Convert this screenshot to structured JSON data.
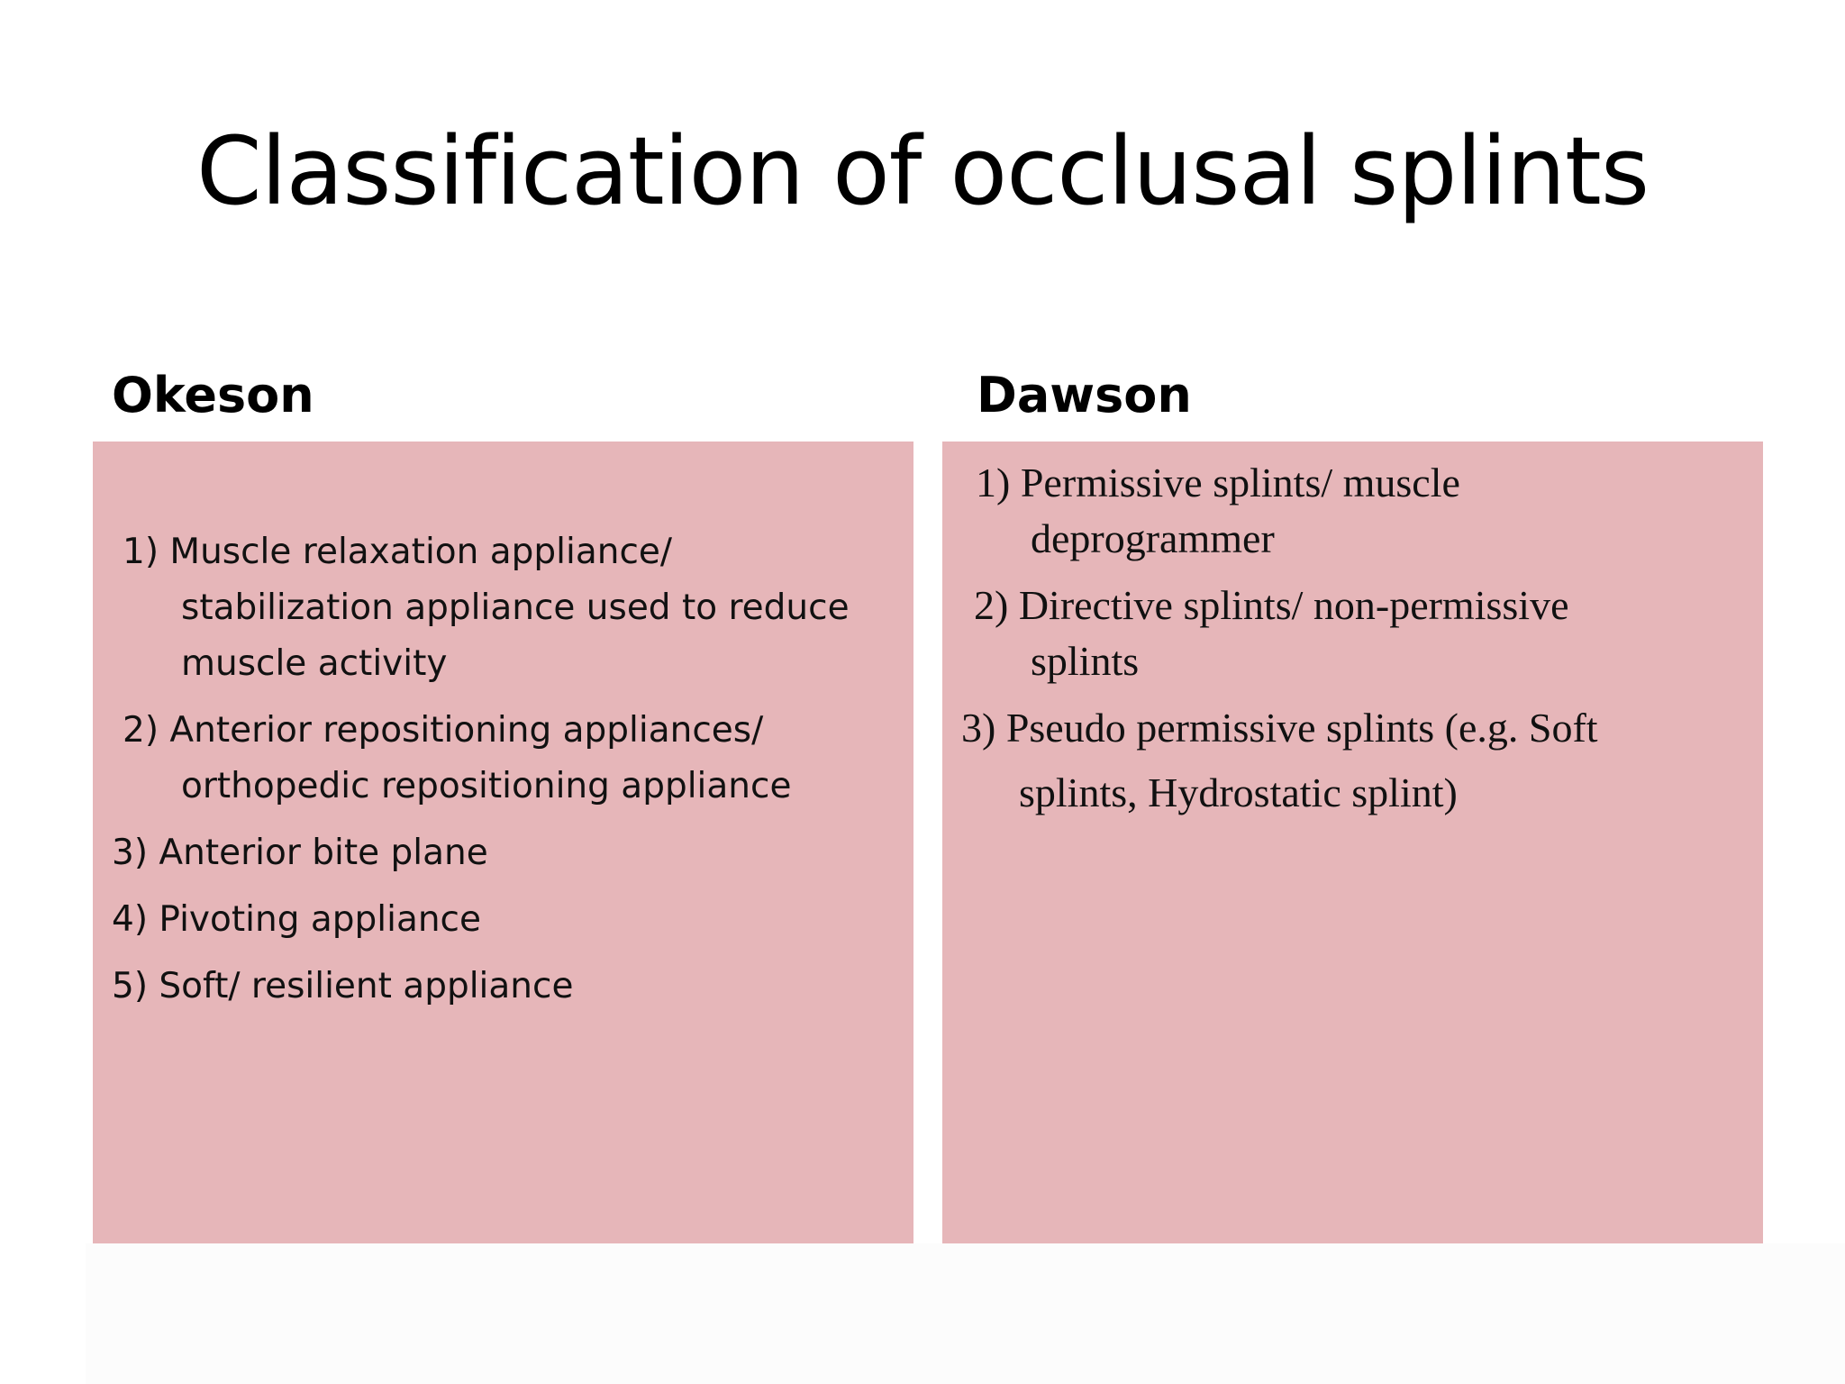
{
  "slide": {
    "title": "Classification of occlusal splints",
    "panel_color": "#e6b6b9",
    "left": {
      "heading": "Okeson",
      "items": [
        {
          "number": "1)",
          "lines": [
            "1) Muscle relaxation appliance/",
            "stabilization appliance used to reduce",
            "muscle activity"
          ]
        },
        {
          "number": "2)",
          "lines": [
            "2) Anterior repositioning appliances/",
            "orthopedic repositioning appliance"
          ]
        },
        {
          "number": "3)",
          "lines": [
            "3) Anterior bite plane"
          ]
        },
        {
          "number": "4)",
          "lines": [
            "4) Pivoting appliance"
          ]
        },
        {
          "number": "5)",
          "lines": [
            "5) Soft/ resilient appliance"
          ]
        }
      ]
    },
    "right": {
      "heading": "Dawson",
      "items": [
        {
          "number": "1)",
          "lines": [
            "1) Permissive splints/ muscle",
            "deprogrammer"
          ]
        },
        {
          "number": "2)",
          "lines": [
            "2) Directive splints/ non-permissive",
            "splints"
          ]
        },
        {
          "number": "3)",
          "lines": [
            "3) Pseudo permissive splints (e.g. Soft",
            "splints, Hydrostatic splint)"
          ]
        }
      ]
    }
  }
}
